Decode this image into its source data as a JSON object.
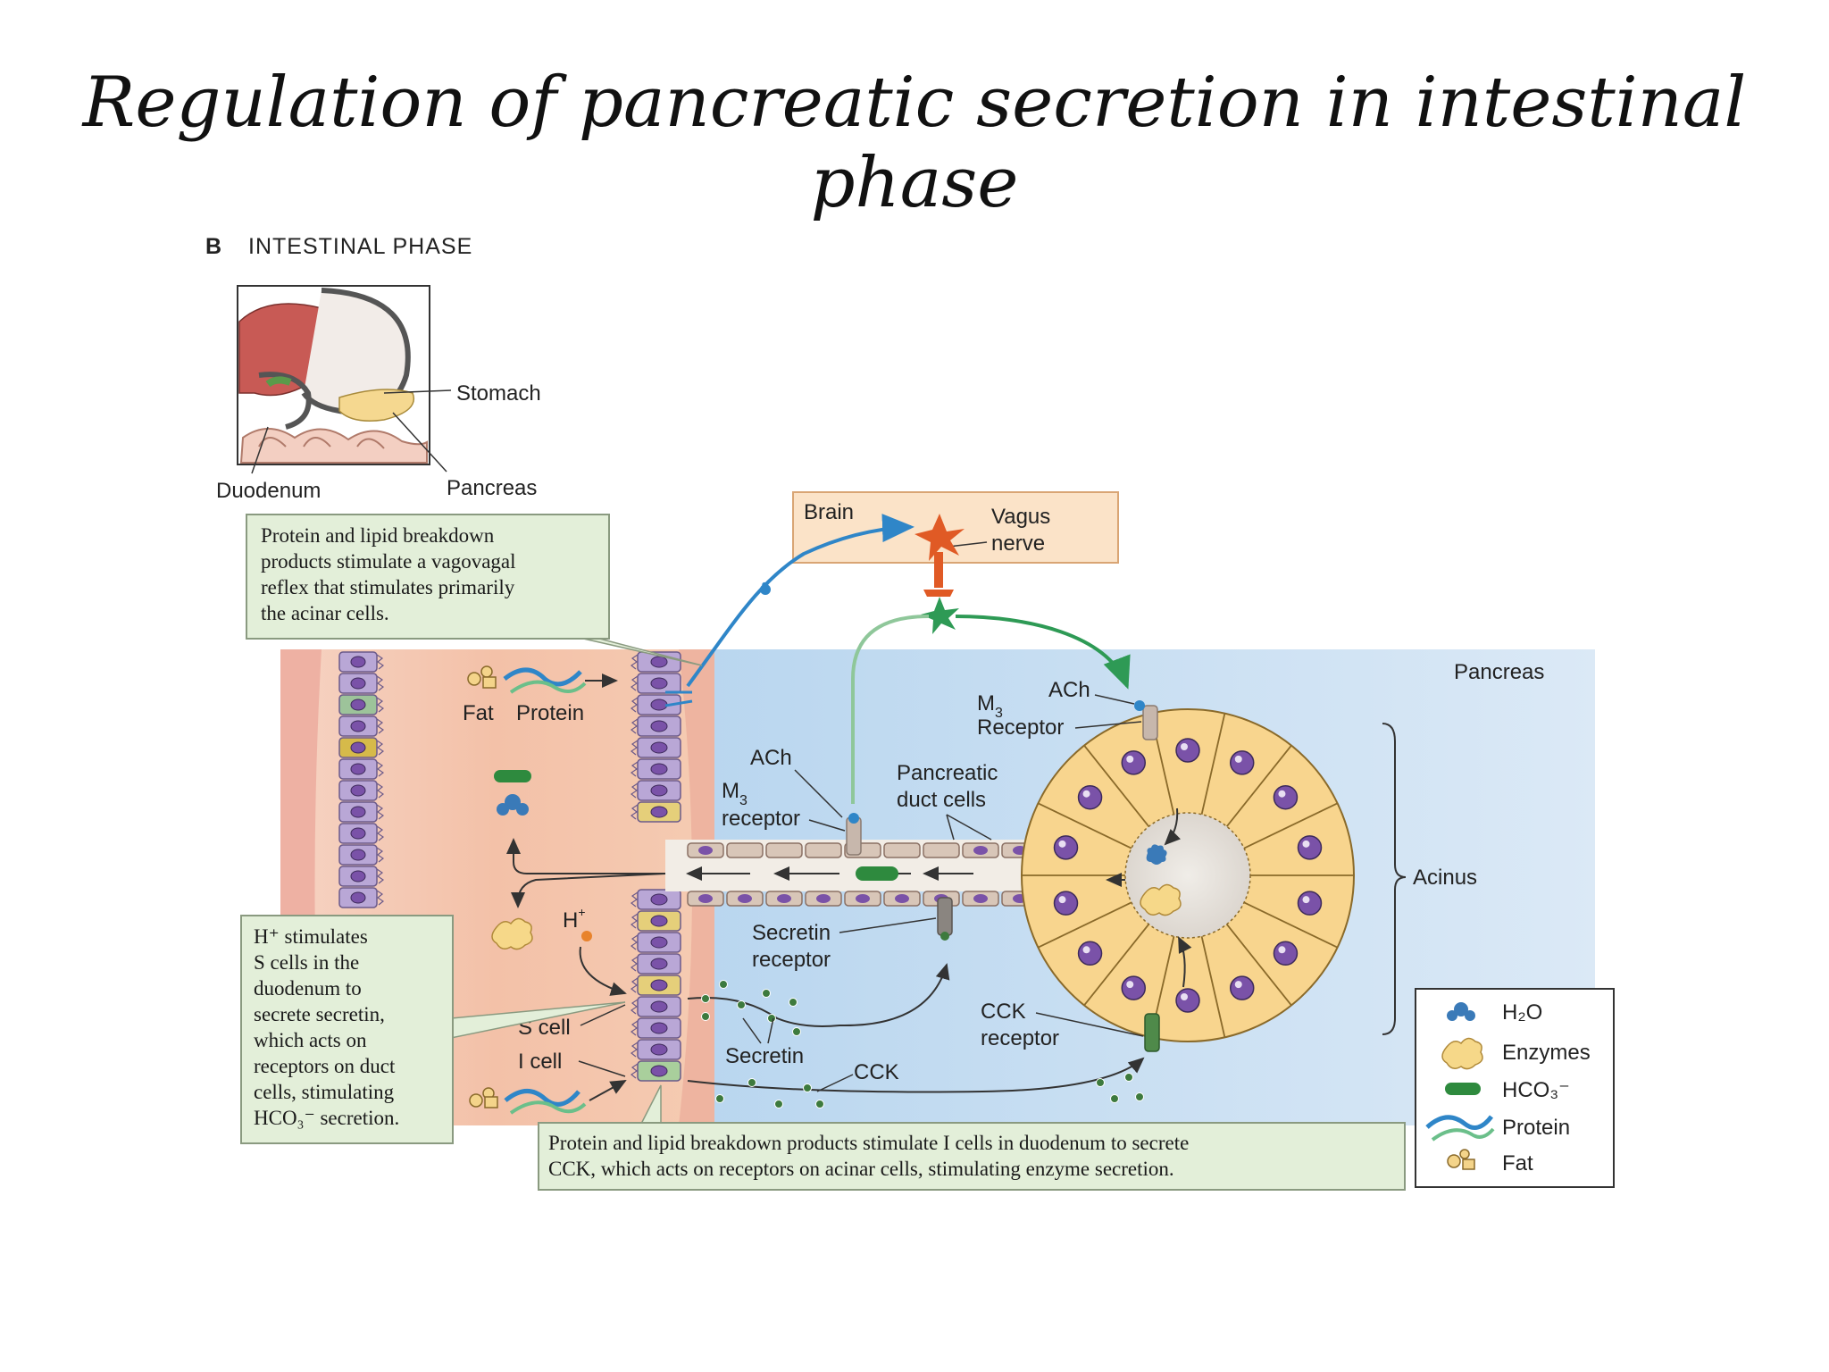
{
  "title": "Regulation of pancreatic secretion in intestinal phase",
  "panel": {
    "letter": "B",
    "heading": "INTESTINAL PHASE"
  },
  "inset": {
    "stomach": "Stomach",
    "duodenum": "Duodenum",
    "pancreas": "Pancreas"
  },
  "labels": {
    "brain": "Brain",
    "vagus_1": "Vagus",
    "vagus_2": "nerve",
    "pancreas_region": "Pancreas",
    "ach_acinar": "ACh",
    "m3_acinar_1": "M",
    "m3_acinar_sub": "3",
    "m3_acinar_2": "Receptor",
    "ach_duct": "ACh",
    "m3_duct_1": "M",
    "m3_duct_sub": "3",
    "m3_duct_2": "receptor",
    "duct_cells_1": "Pancreatic",
    "duct_cells_2": "duct cells",
    "acinus": "Acinus",
    "fat": "Fat",
    "protein": "Protein",
    "h_plus": "H",
    "h_plus_sup": "+",
    "secretin_receptor_1": "Secretin",
    "secretin_receptor_2": "receptor",
    "s_cell": "S cell",
    "i_cell": "I cell",
    "secretin": "Secretin",
    "cck": "CCK",
    "cck_receptor_1": "CCK",
    "cck_receptor_2": "receptor"
  },
  "callouts": {
    "vagovagal": [
      "Protein and lipid breakdown",
      "products stimulate a vagovagal",
      "reflex that stimulates primarily",
      "the acinar cells."
    ],
    "secretin": [
      "H⁺ stimulates",
      "S cells in the",
      "duodenum to",
      "secrete secretin,",
      "which acts on",
      "receptors on duct",
      "cells, stimulating",
      "HCO₃⁻ secretion."
    ],
    "cck": [
      "Protein and lipid breakdown products stimulate I cells in duodenum to secrete",
      "CCK, which acts on receptors on acinar cells, stimulating enzyme secretion."
    ]
  },
  "legend": [
    {
      "icon": "water-icon",
      "label": "H₂O"
    },
    {
      "icon": "enzymes-icon",
      "label": "Enzymes"
    },
    {
      "icon": "bicarbonate-icon",
      "label": "HCO₃⁻"
    },
    {
      "icon": "protein-icon",
      "label": "Protein"
    },
    {
      "icon": "fat-icon",
      "label": "Fat"
    }
  ],
  "colors": {
    "vagal_afferent": "#2f86c8",
    "vagal_efferent": "#2e9a55",
    "efferent_light": "#8fc79a",
    "brain_neuron": "#e05a25",
    "pancreas_bg": "#cfe3f3",
    "duodenum_bg": "#f3c9ad",
    "callout_fill": "#e3efd9",
    "acinar_cell": "#f8d58e",
    "nucleus": "#7a52a8"
  }
}
